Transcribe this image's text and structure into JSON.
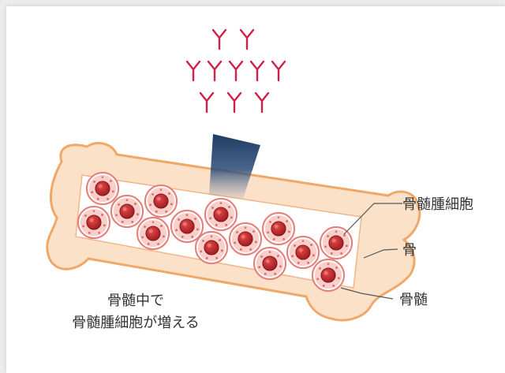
{
  "labels": {
    "myeloma_cell": "骨髄腫細胞",
    "bone": "骨",
    "marrow": "骨髄",
    "caption_line1": "骨髄中で",
    "caption_line2": "骨髄腫細胞が増える"
  },
  "colors": {
    "antibody": "#d11f4a",
    "bone_fill": "#fbe1c8",
    "bone_stroke": "#f0a868",
    "marrow_fill": "#ffffff",
    "cell_outer": "#f6c9c5",
    "cell_ring": "#e3807a",
    "nucleus": "#a81e22",
    "beam": "#1e3b62"
  },
  "icons": [
    "antibody-icon",
    "myeloma-cell-icon"
  ]
}
